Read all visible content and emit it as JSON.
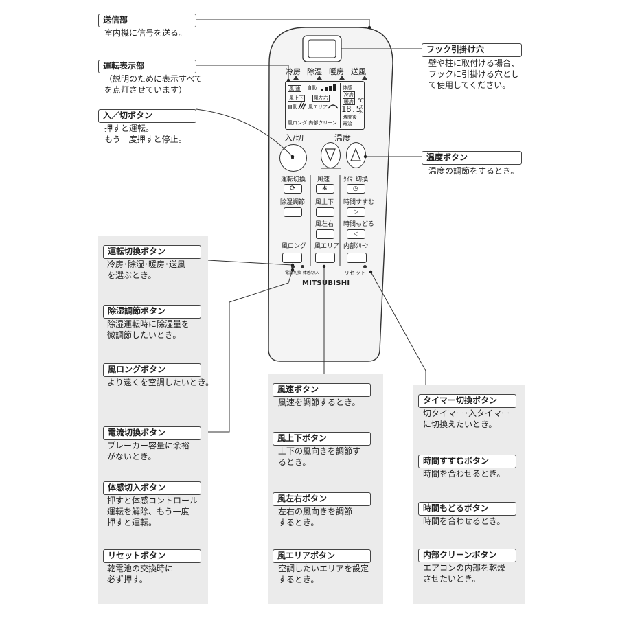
{
  "callouts": {
    "sosin": {
      "title": "送信部",
      "desc": "室内機に信号を送る。"
    },
    "hyoji": {
      "title": "運転表示部",
      "desc": "（説明のために表示すべて\nを点灯させています）"
    },
    "nyukiri": {
      "title": "入／切ボタン",
      "desc": "押すと運転。\nもう一度押すと停止。"
    },
    "hook": {
      "title": "フック引掛け穴",
      "desc": "壁や柱に取付ける場合、\nフックに引掛ける穴とし\nて使用してください。"
    },
    "ondo": {
      "title": "温度ボタン",
      "desc": "温度の調節をするとき。"
    }
  },
  "left_panel": [
    {
      "title": "運転切換ボタン",
      "desc": "冷房･除湿･暖房･送風\nを選ぶとき。"
    },
    {
      "title": "除湿調節ボタン",
      "desc": "除湿運転時に除湿量を\n微調節したいとき。"
    },
    {
      "title": "風ロングボタン",
      "desc": "より遠くを空調したいとき。"
    },
    {
      "title": "電流切換ボタン",
      "desc": "ブレーカー容量に余裕\nがないとき。"
    },
    {
      "title": "体感切入ボタン",
      "desc": "押すと体感コントロール\n運転を解除、もう一度\n押すと運転。"
    },
    {
      "title": "リセットボタン",
      "desc": "乾電池の交換時に\n必ず押す。"
    }
  ],
  "mid_panel": [
    {
      "title": "風速ボタン",
      "desc": "風速を調節するとき。"
    },
    {
      "title": "風上下ボタン",
      "desc": "上下の風向きを調節す\nるとき。"
    },
    {
      "title": "風左右ボタン",
      "desc": "左右の風向きを調節\nするとき。"
    },
    {
      "title": "風エリアボタン",
      "desc": "空調したいエリアを設定\nするとき。"
    }
  ],
  "right_panel": [
    {
      "title": "タイマー切換ボタン",
      "desc": "切タイマー･入タイマー\nに切換えたいとき。"
    },
    {
      "title": "時間すすむボタン",
      "desc": "時間を合わせるとき。"
    },
    {
      "title": "時間もどるボタン",
      "desc": "時間を合わせるとき。"
    },
    {
      "title": "内部クリーンボタン",
      "desc": "エアコンの内部を乾燥\nさせたいとき。"
    }
  ],
  "remote": {
    "modes": [
      "冷房",
      "除湿",
      "暖房",
      "送風"
    ],
    "lcd": {
      "l1": "風 速",
      "l1b": "自動",
      "l2": "風上下",
      "l2b": "風左右",
      "l3": "自動",
      "l3b": "風エリア",
      "l4": "風ロング 内部クリーン",
      "r1": "体感",
      "r2": "冷房",
      "r3": "暖房",
      "temp": "18.5",
      "unit": "℃",
      "r4": "切",
      "r5": "入",
      "r6": "時間後",
      "r7": "電流"
    },
    "power_label": "入/切",
    "temp_label": "温度",
    "btn_labels": {
      "unten": "運転切換",
      "fusoku": "風速",
      "timer": "ﾀｲﾏｰ切換",
      "joshitsu": "除湿調節",
      "kaze_ud": "風上下",
      "susumu": "時間すすむ",
      "kaze_lr": "風左右",
      "modoru": "時間もどる",
      "long": "風ロング",
      "area": "風エリア",
      "clean": "内部ｸﾘｰﾝ",
      "small_left": "電流切換 体感切入",
      "reset": "リセット"
    },
    "brand": "MITSUBISHI"
  }
}
